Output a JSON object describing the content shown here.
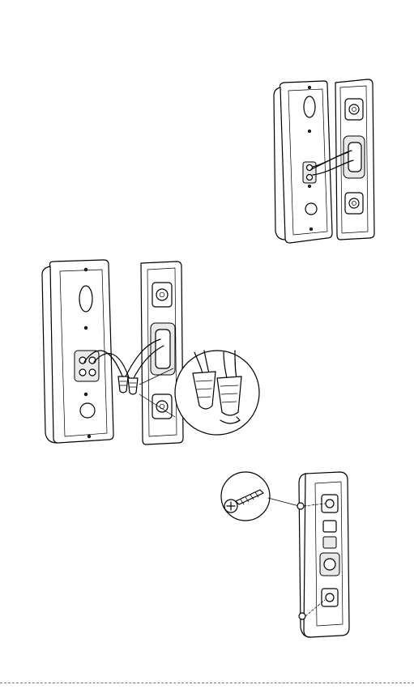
{
  "figures": [
    {
      "id": "fig-open-housing-wired",
      "icon": "doorbell-open-housing-illustration"
    },
    {
      "id": "fig-wire-nut-connection",
      "icon": "wire-nut-twist-illustration"
    },
    {
      "id": "fig-screw-mount",
      "icon": "mounting-screw-illustration"
    }
  ],
  "page": {
    "cut_line": "dashed"
  }
}
